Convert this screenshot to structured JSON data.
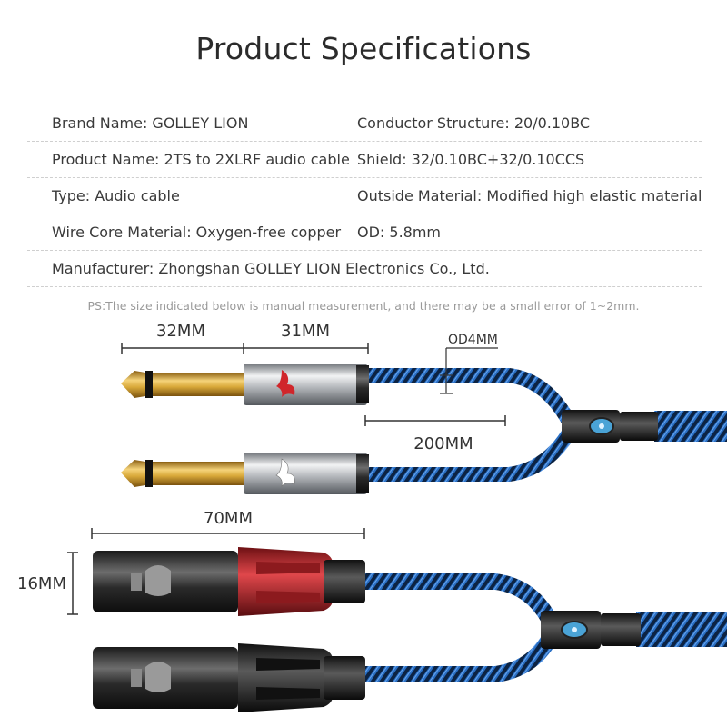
{
  "title": "Product Specifications",
  "specs": [
    {
      "left": "Brand Name: GOLLEY LION",
      "right": "Conductor Structure: 20/0.10BC"
    },
    {
      "left": "Product Name: 2TS to 2XLRF audio cable",
      "right": "Shield: 32/0.10BC+32/0.10CCS"
    },
    {
      "left": "Type: Audio cable",
      "right": "Outside Material: Modified high elastic material"
    },
    {
      "left": "Wire Core Material: Oxygen-free copper",
      "right": "OD: 5.8mm"
    },
    {
      "left": "Manufacturer: Zhongshan GOLLEY LION Electronics Co., Ltd.",
      "right": ""
    }
  ],
  "note": "PS:The size indicated below is manual measurement, and there may be a small error of 1~2mm.",
  "dimensions": {
    "plug_tip": "32MM",
    "plug_body": "31MM",
    "cable_od": "OD4MM",
    "split_length": "200MM",
    "xlr_length": "70MM",
    "xlr_height": "16MM"
  },
  "colors": {
    "cable_blue": "#1f5fae",
    "cable_dark": "#0b1d36",
    "xlr_red": "#c0262b",
    "gold": "#d9a93a",
    "chrome": "#b9bcc0"
  },
  "icons": [
    "lion-logo-icon",
    "y-splitter-icon"
  ]
}
